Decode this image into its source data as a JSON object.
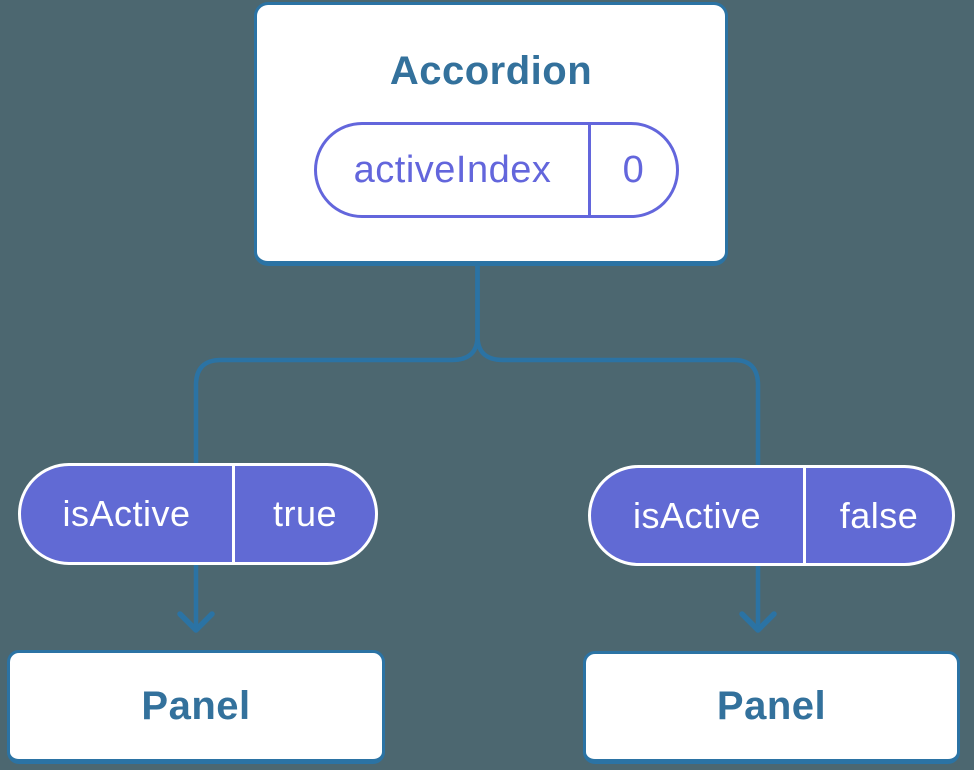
{
  "diagram": {
    "root": {
      "title": "Accordion",
      "state": {
        "name": "activeIndex",
        "value": "0"
      }
    },
    "props": [
      {
        "name": "isActive",
        "value": "true"
      },
      {
        "name": "isActive",
        "value": "false"
      }
    ],
    "children": [
      {
        "title": "Panel"
      },
      {
        "title": "Panel"
      }
    ],
    "colors": {
      "background": "#4C6770",
      "connector_blue": "#2B73A4",
      "node_text_blue": "#33719C",
      "prop_pill_purple": "#616AD4",
      "state_pill_purple": "#6366DC",
      "node_fill": "#FFFFFF"
    }
  }
}
